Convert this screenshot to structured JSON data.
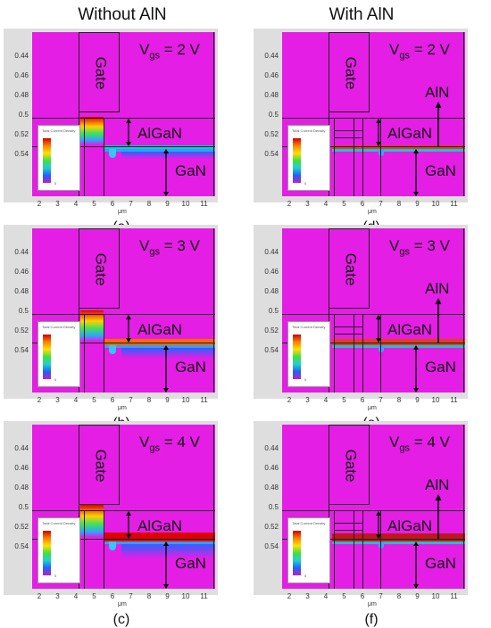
{
  "headers": {
    "left": "Without AlN",
    "right": "With AlN"
  },
  "axes": {
    "yticks": [
      "0.44",
      "0.46",
      "0.48",
      "0.5",
      "0.52",
      "0.54"
    ],
    "xticks": [
      "2",
      "3",
      "4",
      "5",
      "6",
      "7",
      "8",
      "9",
      "10",
      "11"
    ],
    "xunit": "μm"
  },
  "labels": {
    "gate": "Gate",
    "algan": "AlGaN",
    "gan": "GaN",
    "aln": "AlN",
    "vgs_prefix": "V",
    "vgs_sub": "gs"
  },
  "legend": {
    "title": "Total Current Density",
    "levels": [
      "",
      "",
      "",
      "",
      "0"
    ]
  },
  "panels": [
    {
      "id": "a",
      "label": "(a)",
      "vgs": "= 2 V",
      "aln": false,
      "channel_level": 0.2
    },
    {
      "id": "b",
      "label": "(b)",
      "vgs": "= 3 V",
      "aln": false,
      "channel_level": 0.6
    },
    {
      "id": "c",
      "label": "(c)",
      "vgs": "= 4 V",
      "aln": false,
      "channel_level": 1.0
    },
    {
      "id": "d",
      "label": "(d)",
      "vgs": "= 2 V",
      "aln": true,
      "channel_level": 0.2
    },
    {
      "id": "e",
      "label": "(e)",
      "vgs": "= 3 V",
      "aln": true,
      "channel_level": 0.5
    },
    {
      "id": "f",
      "label": "(f)",
      "vgs": "= 4 V",
      "aln": true,
      "channel_level": 0.8
    }
  ],
  "colors": {
    "background": "#e41ee4",
    "high": "#d00000",
    "mid": "#ffe000",
    "low": "#20d0d0"
  }
}
